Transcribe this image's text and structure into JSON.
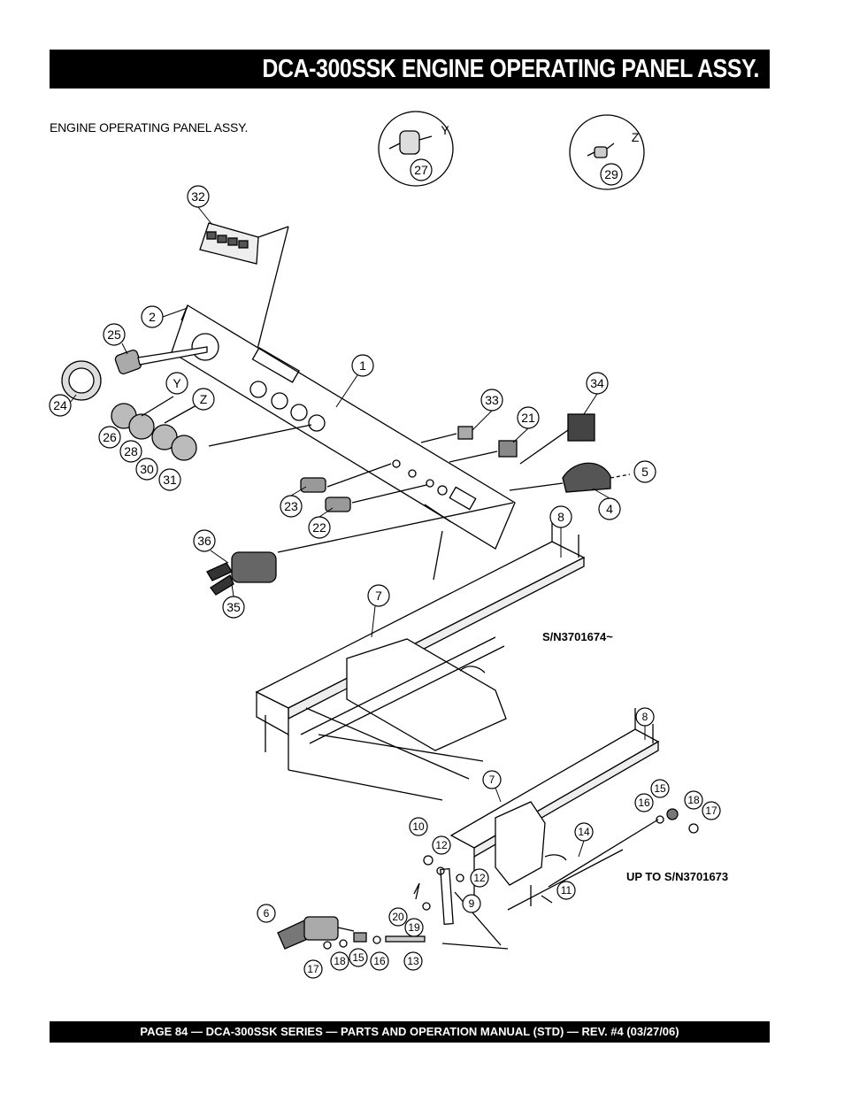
{
  "page_title": "DCA-300SSK  ENGINE OPERATING PANEL ASSY.",
  "section_label": "ENGINE OPERATING PANEL ASSY.",
  "serial_new": "S/N3701674~",
  "serial_old": "UP TO S/N3701673",
  "footer": "PAGE 84 — DCA-300SSK SERIES — PARTS AND OPERATION MANUAL (STD) — REV. #4 (03/27/06)",
  "detail_views": [
    "Y",
    "Z"
  ],
  "callouts": [
    "1",
    "2",
    "4",
    "5",
    "6",
    "7",
    "7",
    "8",
    "8",
    "9",
    "10",
    "11",
    "12",
    "12",
    "13",
    "14",
    "15",
    "15",
    "16",
    "16",
    "17",
    "17",
    "18",
    "18",
    "19",
    "20",
    "21",
    "22",
    "23",
    "24",
    "25",
    "26",
    "27",
    "28",
    "29",
    "30",
    "31",
    "32",
    "33",
    "34",
    "35",
    "36"
  ]
}
